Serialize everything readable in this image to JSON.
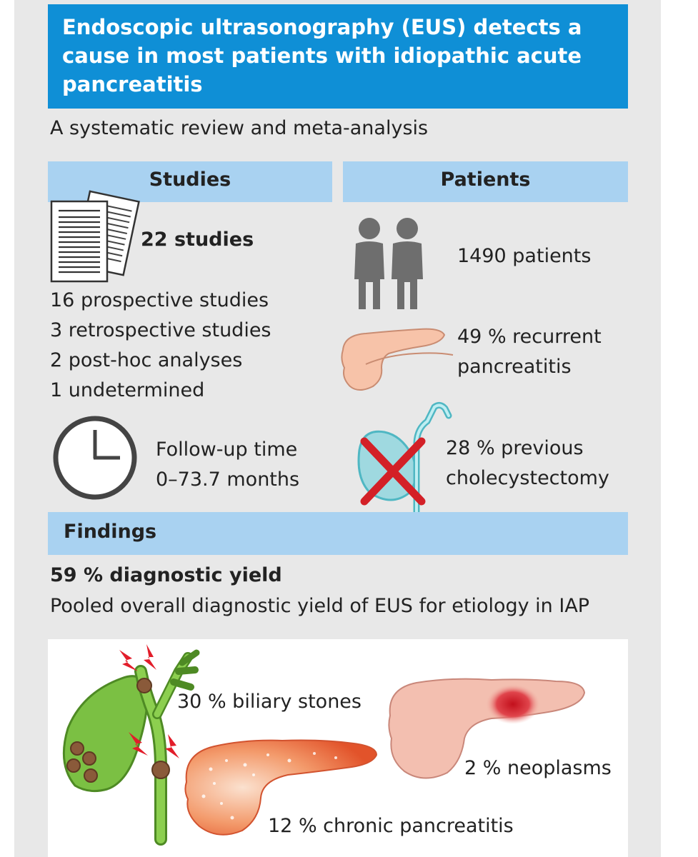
{
  "title": "Endoscopic ultrasonography (EUS) detects a cause in most patients with idiopathic acute pancreatitis",
  "title_lines": [
    "Endoscopic ultrasonography (EUS) detects a",
    "cause in most patients with idiopathic acute",
    "pancreatitis"
  ],
  "subtitle": "A systematic review and meta-analysis",
  "studies": {
    "header": "Studies",
    "count": "22 studies",
    "breakdown": [
      "16 prospective studies",
      "3 retrospective studies",
      "2 post-hoc analyses",
      "1 undetermined"
    ],
    "followup_line1": "Follow-up time",
    "followup_line2": "0–73.7 months"
  },
  "patients": {
    "header": "Patients",
    "count": "1490 patients",
    "recurrent_line1": "49 % recurrent",
    "recurrent_line2": "pancreatitis",
    "chole_line1": "28 % previous",
    "chole_line2": "cholecystectomy"
  },
  "findings": {
    "header": "Findings",
    "yield": "59 % diagnostic yield",
    "yield_desc": "Pooled overall diagnostic yield of EUS for etiology in IAP",
    "biliary": "30 % biliary stones",
    "neoplasms": "2 % neoplasms",
    "chronic": "12 % chronic pancreatitis"
  },
  "icons": {
    "documents": "documents-icon",
    "people": "people-icon",
    "pancreas": "pancreas-icon",
    "gallbladder_crossed": "gallbladder-crossed-icon",
    "clock": "clock-icon"
  },
  "colors": {
    "title_bg": "#0f8fd6",
    "header_bg": "#a9d2f1",
    "panel_bg": "#e8e8e8",
    "cross_red": "#d32027",
    "bile_green": "#7bc043"
  }
}
